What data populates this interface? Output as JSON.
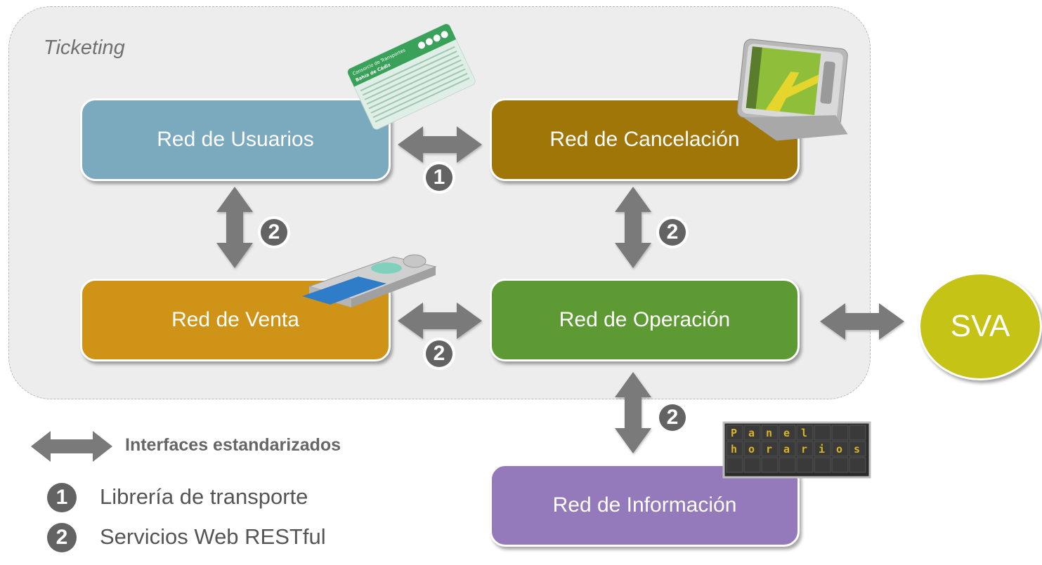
{
  "diagram": {
    "region_label": "Ticketing",
    "nodes": {
      "usuarios": "Red de Usuarios",
      "cancelacion": "Red de Cancelación",
      "venta": "Red de Venta",
      "operacion": "Red de Operación",
      "informacion": "Red de Información",
      "sva": "SVA"
    },
    "badges": {
      "usuarios_cancelacion": "1",
      "usuarios_venta": "2",
      "cancelacion_operacion": "2",
      "venta_operacion": "2",
      "operacion_informacion": "2"
    },
    "card_icon": {
      "title": "Consorcio de Transportes",
      "subtitle": "Bahía de Cádiz"
    },
    "panel_icon": {
      "row1": [
        "P",
        "a",
        "n",
        "e",
        "l",
        "",
        "",
        ""
      ],
      "row2": [
        "h",
        "o",
        "r",
        "a",
        "r",
        "i",
        "o",
        "s"
      ]
    }
  },
  "legend": {
    "title": "Interfaces estandarizados",
    "item1_num": "1",
    "item1_label": "Librería de transporte",
    "item2_num": "2",
    "item2_label": "Servicios Web RESTful"
  },
  "colors": {
    "usuarios": "#7ba9bd",
    "cancelacion": "#a07609",
    "venta": "#cf9318",
    "operacion": "#5e9a34",
    "informacion": "#9479bb",
    "sva": "#c4c316",
    "arrow": "#7a7a7a"
  }
}
